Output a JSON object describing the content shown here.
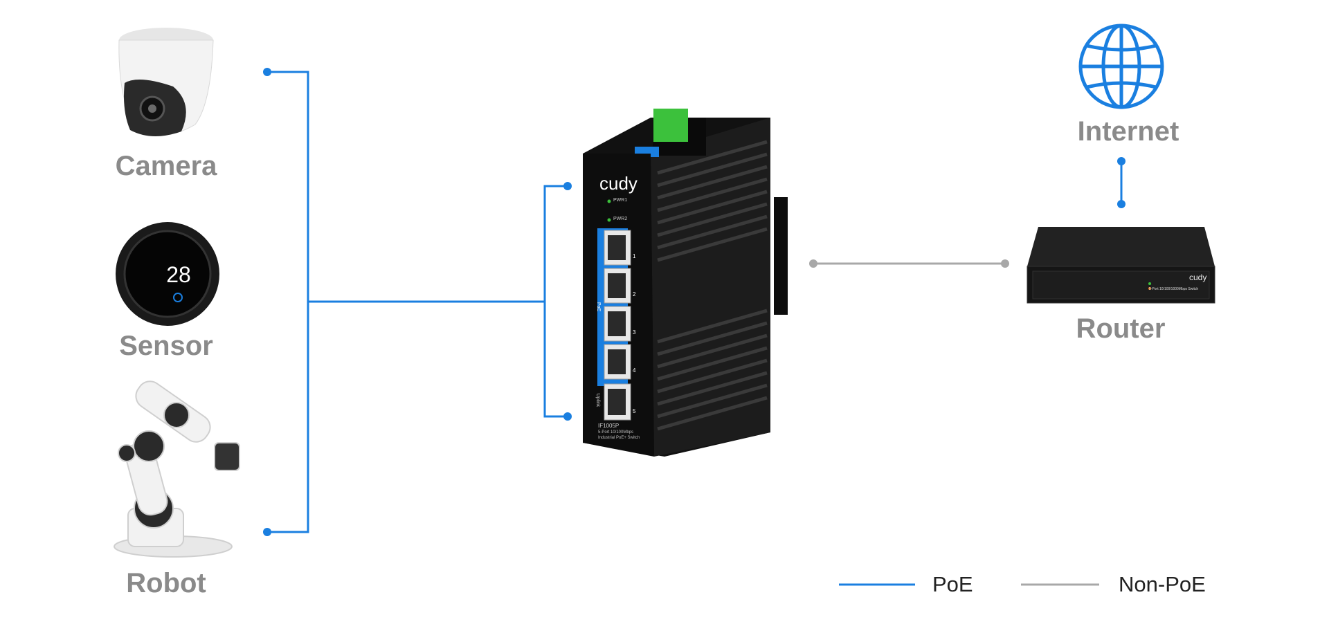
{
  "devices": {
    "camera": {
      "label": "Camera"
    },
    "sensor": {
      "label": "Sensor",
      "display_value": "28"
    },
    "robot": {
      "label": "Robot"
    },
    "switch": {
      "brand": "cudy",
      "leds": [
        "PWR1",
        "PWR2"
      ],
      "poe_label": "PoE",
      "uplink_label": "Uplink",
      "ports": [
        "1",
        "2",
        "3",
        "4",
        "5"
      ],
      "model": "IF1005P",
      "description_line1": "5-Port 10/100Mbps",
      "description_line2": "Industrial PoE+ Switch"
    },
    "router": {
      "label": "Router",
      "brand": "cudy",
      "description": "5-Port 10/100/1000Mbps Switch"
    },
    "internet": {
      "label": "Internet"
    }
  },
  "legend": {
    "poe": {
      "label": "PoE",
      "color": "#1a7fe0"
    },
    "non_poe": {
      "label": "Non-PoE",
      "color": "#a8a8a8"
    }
  }
}
